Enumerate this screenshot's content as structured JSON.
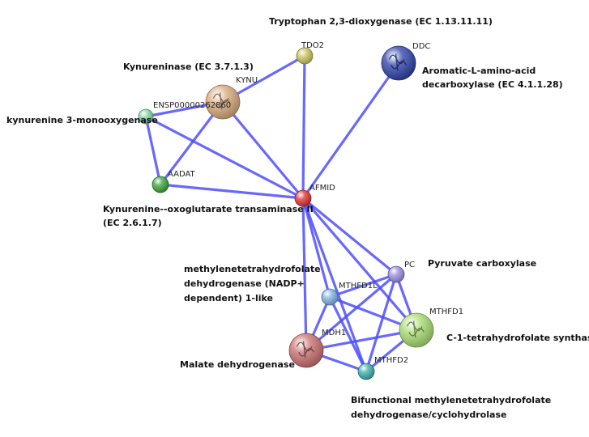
{
  "colors": {
    "edge": "#4d4dff",
    "background": "#ffffff"
  },
  "nodes": {
    "TDO2": {
      "label": "TDO2",
      "color": "#c9c45a",
      "has_structure": false
    },
    "DDC": {
      "label": "DDC",
      "color": "#2b3fa8",
      "has_structure": true
    },
    "KYNU": {
      "label": "KYNU",
      "color": "#d8a87a",
      "has_structure": true
    },
    "ENSP": {
      "label": "ENSP00000262860",
      "color": "#7fd6a6",
      "has_structure": false
    },
    "AADAT": {
      "label": "AADAT",
      "color": "#3aa33a",
      "has_structure": false
    },
    "AFMID": {
      "label": "AFMID",
      "color": "#e03030",
      "has_structure": false
    },
    "PC": {
      "label": "PC",
      "color": "#9a8be0",
      "has_structure": false
    },
    "MTHFD1L": {
      "label": "MTHFD1L",
      "color": "#7eb3e0",
      "has_structure": false
    },
    "MTHFD1": {
      "label": "MTHFD1",
      "color": "#a8dc70",
      "has_structure": true
    },
    "MDH1": {
      "label": "MDH1",
      "color": "#c96d6d",
      "has_structure": true
    },
    "MTHFD2": {
      "label": "MTHFD2",
      "color": "#3bb0a8",
      "has_structure": false
    }
  },
  "edges": [
    [
      "TDO2",
      "KYNU"
    ],
    [
      "TDO2",
      "AFMID"
    ],
    [
      "DDC",
      "AFMID"
    ],
    [
      "KYNU",
      "ENSP"
    ],
    [
      "KYNU",
      "AADAT"
    ],
    [
      "KYNU",
      "AFMID"
    ],
    [
      "ENSP",
      "AADAT"
    ],
    [
      "ENSP",
      "AFMID"
    ],
    [
      "AADAT",
      "AFMID"
    ],
    [
      "AFMID",
      "PC"
    ],
    [
      "AFMID",
      "MTHFD1L"
    ],
    [
      "AFMID",
      "MTHFD1"
    ],
    [
      "AFMID",
      "MDH1"
    ],
    [
      "AFMID",
      "MTHFD2"
    ],
    [
      "PC",
      "MTHFD1L"
    ],
    [
      "PC",
      "MTHFD1"
    ],
    [
      "PC",
      "MDH1"
    ],
    [
      "PC",
      "MTHFD2"
    ],
    [
      "MTHFD1L",
      "MTHFD1"
    ],
    [
      "MTHFD1L",
      "MDH1"
    ],
    [
      "MTHFD1L",
      "MTHFD2"
    ],
    [
      "MTHFD1",
      "MDH1"
    ],
    [
      "MTHFD1",
      "MTHFD2"
    ],
    [
      "MDH1",
      "MTHFD2"
    ]
  ],
  "descriptions": {
    "tdo2": "Tryptophan 2,3-dioxygenase (EC 1.13.11.11)",
    "ddc_line1": "Aromatic-L-amino-acid",
    "ddc_line2": "decarboxylase (EC 4.1.1.28)",
    "kynu": "Kynureninase (EC 3.7.1.3)",
    "ensp": "kynurenine 3-monooxygenase",
    "aadat_line1": "Kynurenine--oxoglutarate transaminase II",
    "aadat_line2": "(EC 2.6.1.7)",
    "mthfd1l_line1": "methylenetetrahydrofolate",
    "mthfd1l_line2": "dehydrogenase (NADP+",
    "mthfd1l_line3": "dependent) 1-like",
    "pc": "Pyruvate carboxylase",
    "mthfd1": "C-1-tetrahydrofolate synthase",
    "mdh1": "Malate dehydrogenase",
    "mthfd2_line1": "Bifunctional methylenetetrahydrofolate",
    "mthfd2_line2": "dehydrogenase/cyclohydrolase"
  }
}
